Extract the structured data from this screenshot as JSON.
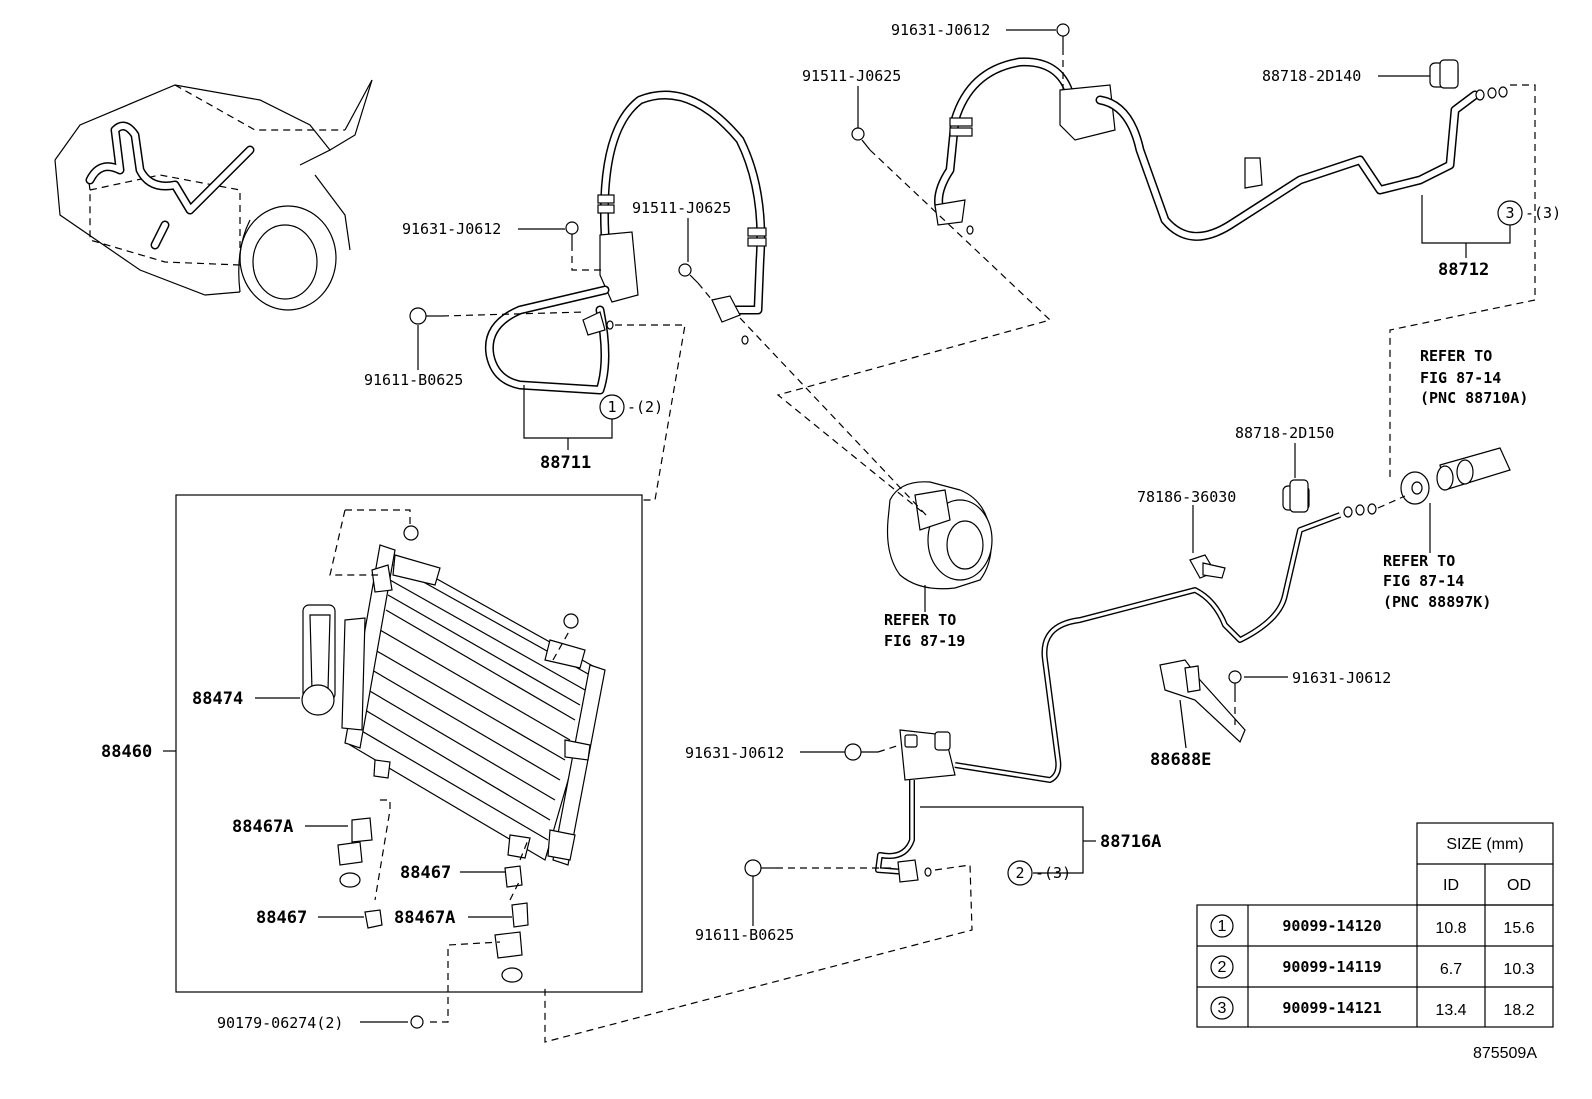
{
  "diagram_id": "875509A",
  "callouts": {
    "p91631_a": "91631-J0612",
    "p91511_a": "91511-J0625",
    "p88718_2D140": "88718-2D140",
    "p91631_b": "91631-J0612",
    "p91511_b": "91511-J0625",
    "p91611_a": "91611-B0625",
    "p88711": "88711",
    "p88712": "88712",
    "p88718_2D150": "88718-2D150",
    "p78186": "78186-36030",
    "p88474": "88474",
    "p88460": "88460",
    "p91631_c": "91631-J0612",
    "p91631_d": "91631-J0612",
    "p88688E": "88688E",
    "p88716A": "88716A",
    "p88467A_a": "88467A",
    "p88467_a": "88467",
    "p88467_b": "88467",
    "p88467A_b": "88467A",
    "p91611_b": "91611-B0625",
    "p90179": "90179-06274(2)"
  },
  "oring_refs": {
    "r1": {
      "num": "1",
      "qty": "-(2)"
    },
    "r2": {
      "num": "2",
      "qty": "-(3)"
    },
    "r3": {
      "num": "3",
      "qty": "-(3)"
    }
  },
  "refer_notes": {
    "compressor": [
      "REFER TO",
      "FIG 87-19"
    ],
    "upper_right": [
      "REFER TO",
      "FIG 87-14",
      "(PNC 88710A)"
    ],
    "lower_right": [
      "REFER TO",
      "FIG 87-14",
      "(PNC 88897K)"
    ]
  },
  "size_table": {
    "title": "SIZE (mm)",
    "col_id": "ID",
    "col_od": "OD",
    "rows": [
      {
        "num": "1",
        "part": "90099-14120",
        "id": "10.8",
        "od": "15.6"
      },
      {
        "num": "2",
        "part": "90099-14119",
        "id": "6.7",
        "od": "10.3"
      },
      {
        "num": "3",
        "part": "90099-14121",
        "id": "13.4",
        "od": "18.2"
      }
    ]
  }
}
